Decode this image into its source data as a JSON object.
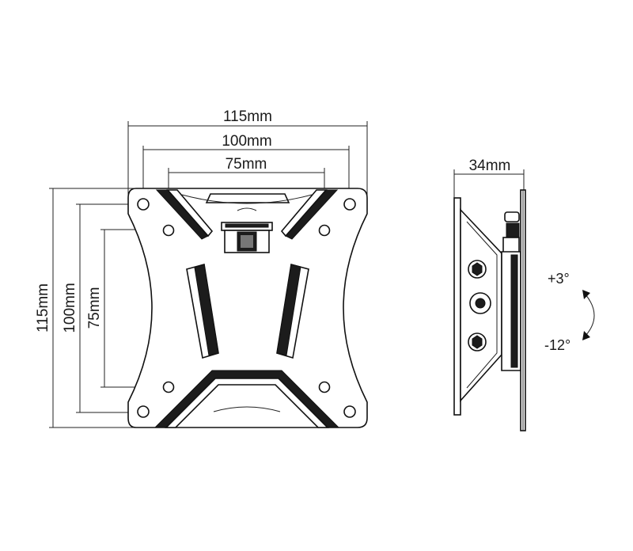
{
  "front_view": {
    "width_outer": "115mm",
    "width_mid": "100mm",
    "width_inner": "75mm",
    "height_outer": "115mm",
    "height_mid": "100mm",
    "height_inner": "75mm"
  },
  "side_view": {
    "depth": "34mm",
    "tilt_up": "+3°",
    "tilt_down": "-12°"
  }
}
